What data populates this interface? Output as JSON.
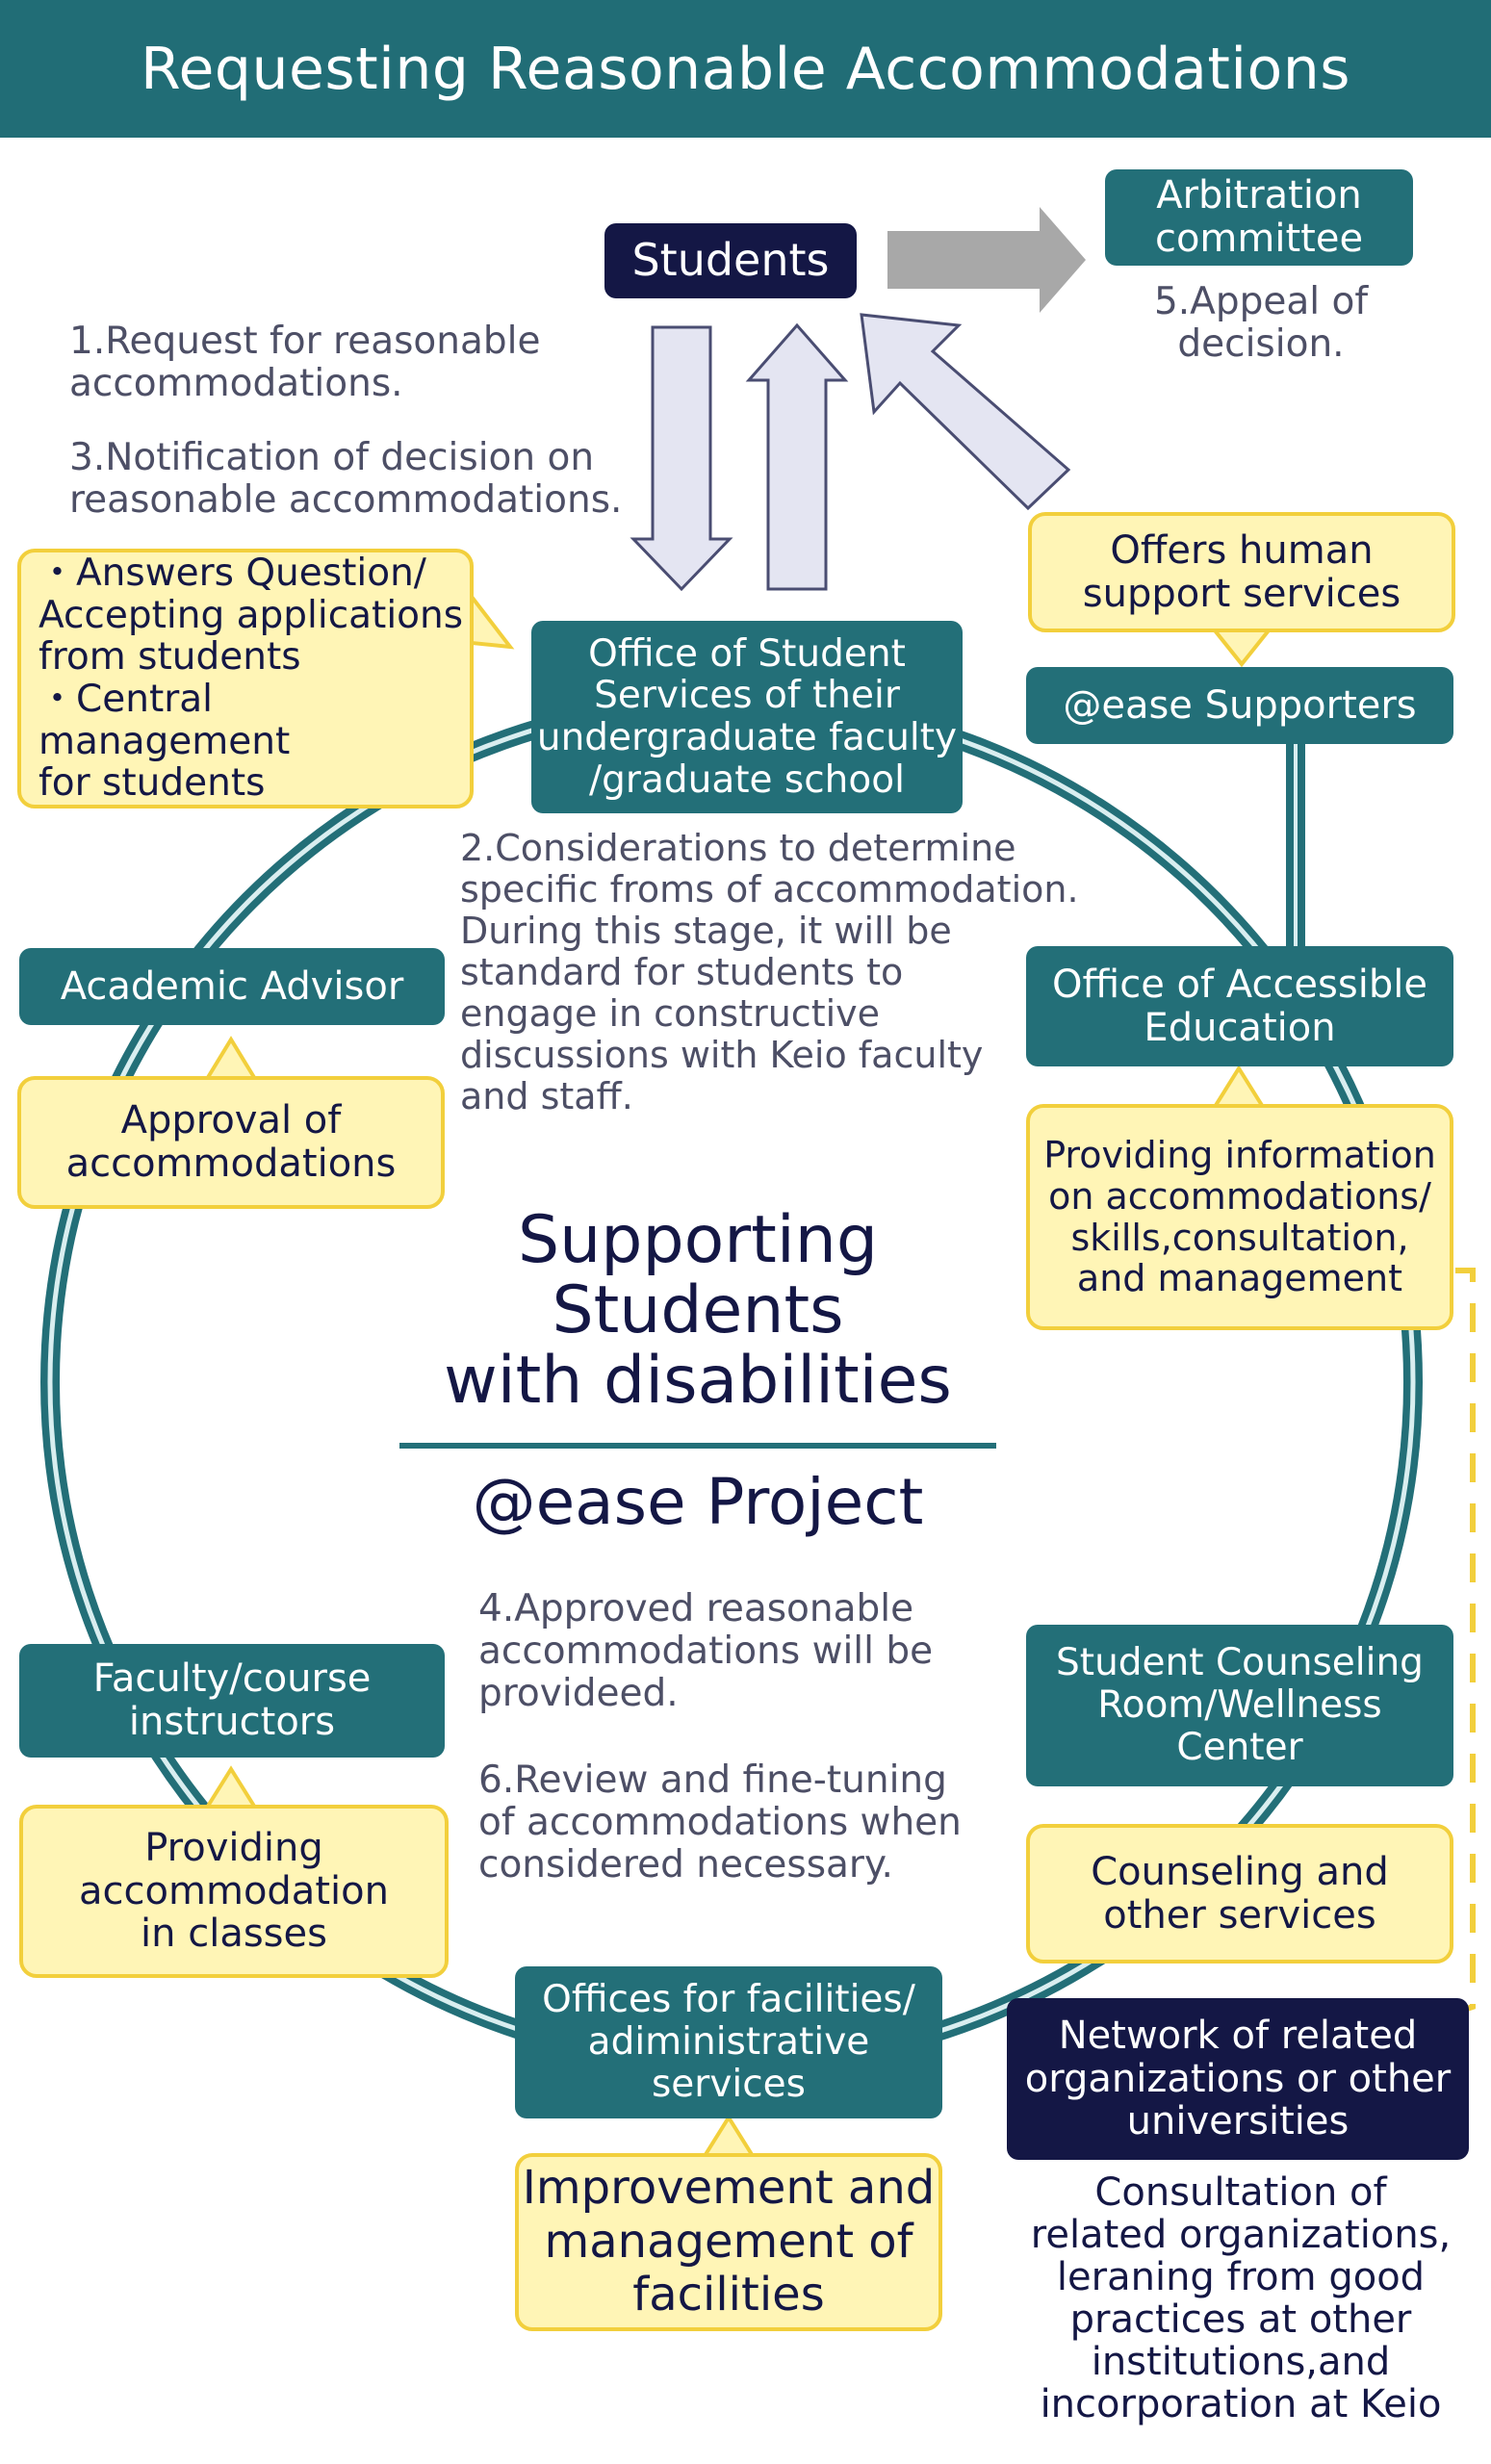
{
  "header": {
    "title": "Requesting Reasonable Accommodations"
  },
  "nodes": {
    "students": "Students",
    "arbitration": "Arbitration\ncommittee",
    "office_student_services": "Office of Student\nServices of their\nundergraduate faculty\n/graduate school",
    "ease_supporters": "@ease Supporters",
    "academic_advisor": "Academic Advisor",
    "office_accessible": "Office of Accessible\nEducation",
    "faculty_instructors": "Faculty/course\ninstructors",
    "counseling_room": "Student Counseling\nRoom/Wellness\nCenter",
    "facilities_offices": "Offices for facilities/\nadiministrative\nservices",
    "network": "Network of related\norganizations or other\nuniversities"
  },
  "callouts": {
    "office_student_services": "・Answers Question/\nAccepting applications\nfrom students\n・Central management\nfor students",
    "ease_supporters": "Offers human\nsupport services",
    "academic_advisor": "Approval of\naccommodations",
    "office_accessible": "Providing information\non accommodations/\nskills,consultation,\nand management",
    "faculty_instructors": "Providing\naccommodation\nin classes",
    "counseling_room": "Counseling and\nother services",
    "facilities_offices": "Improvement and\nmanagement of\nfacilities",
    "network": "Consultation of\nrelated organizations,\nleraning from good\npractices at other\ninstitutions,and\nincorporation at Keio"
  },
  "steps": {
    "step1": "1.Request for reasonable\naccommodations.",
    "step3": "3.Notification of decision on\nreasonable accommodations.",
    "step2": "2.Considerations to determine\nspecific froms of accommodation.\nDuring this stage, it will be\nstandard for students to\nengage in constructive\ndiscussions with Keio faculty\nand staff.",
    "step5": "5.Appeal of\ndecision.",
    "step4": "4.Approved reasonable\naccommodations will be\nprovideed.",
    "step6": "6.Review and fine-tuning\nof accommodations when\nconsidered necessary."
  },
  "center": {
    "title": "Supporting\nStudents\nwith disabilities",
    "project": "@ease Project"
  },
  "colors": {
    "teal": "#236f78",
    "navy": "#141745",
    "callout_fill": "#fff5b6",
    "callout_border": "#f2cf3c",
    "arrow_fill": "#e4e5f2",
    "arrow_stroke": "#4a4d72",
    "gray_arrow": "#a8a8a8",
    "dashed_line": "#f2cf3c"
  }
}
